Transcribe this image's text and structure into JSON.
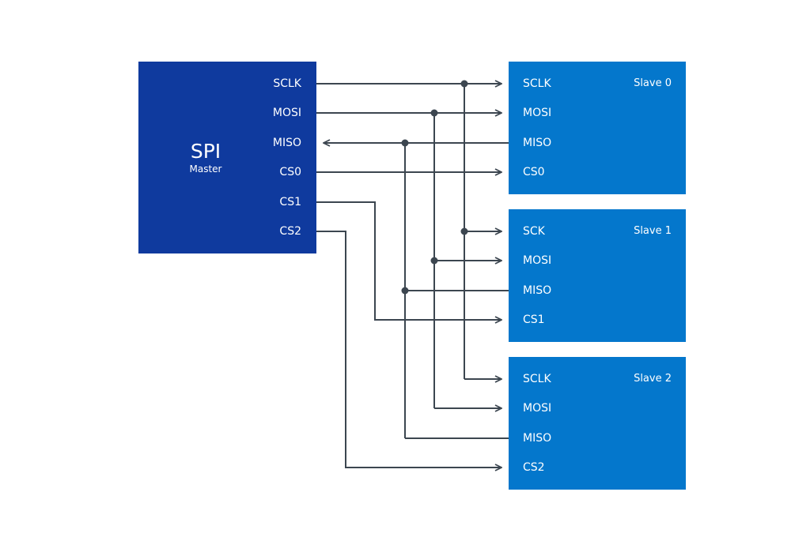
{
  "master": {
    "title": "SPI",
    "subtitle": "Master",
    "pins": [
      "SCLK",
      "MOSI",
      "MISO",
      "CS0",
      "CS1",
      "CS2"
    ]
  },
  "slaves": [
    {
      "name": "Slave 0",
      "pins": [
        "SCLK",
        "MOSI",
        "MISO",
        "CS0"
      ]
    },
    {
      "name": "Slave 1",
      "pins": [
        "SCK",
        "MOSI",
        "MISO",
        "CS1"
      ]
    },
    {
      "name": "Slave 2",
      "pins": [
        "SCLK",
        "MOSI",
        "MISO",
        "CS2"
      ]
    }
  ],
  "colors": {
    "master_fill": "#0f3a9e",
    "slave_fill": "#0477cc",
    "wire": "#3c4650",
    "text": "#ffffff"
  }
}
